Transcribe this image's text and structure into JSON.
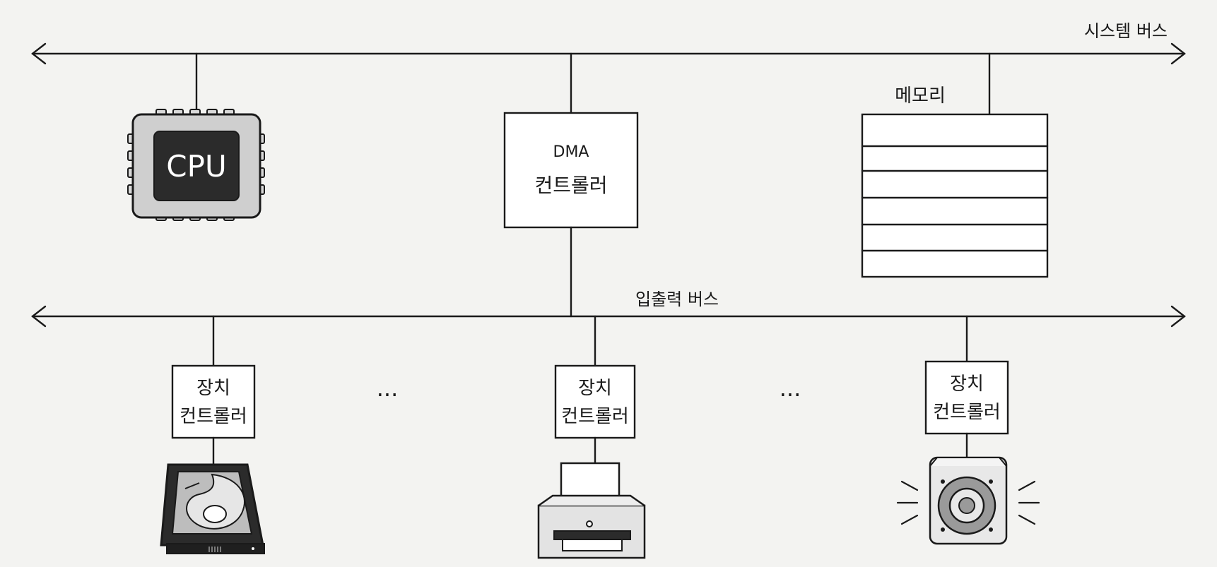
{
  "system_bus": {
    "label": "시스템 버스"
  },
  "io_bus": {
    "label": "입출력 버스"
  },
  "cpu": {
    "label": "CPU"
  },
  "dma": {
    "line1": "DMA",
    "line2": "컨트롤러"
  },
  "memory": {
    "label": "메모리",
    "row_count": 6
  },
  "device_controllers": [
    {
      "line1": "장치",
      "line2": "컨트롤러",
      "device": "hard-disk"
    },
    {
      "line1": "장치",
      "line2": "컨트롤러",
      "device": "printer"
    },
    {
      "line1": "장치",
      "line2": "컨트롤러",
      "device": "speaker"
    }
  ],
  "ellipses": [
    "···",
    "···"
  ],
  "colors": {
    "line": "#1a1a1a",
    "background": "#f3f3f1",
    "chip_body": "#cfcfcf",
    "chip_die": "#2b2b2b"
  }
}
